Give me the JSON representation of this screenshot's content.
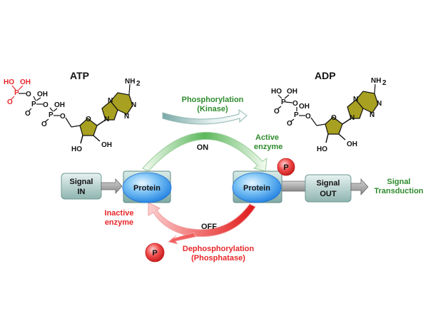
{
  "molecules": {
    "atp": {
      "title": "ATP",
      "terminal_phosphate": {
        "oh1": "HO",
        "oh2": "OH",
        "p": "P",
        "o_double": "O",
        "o_link": "O"
      },
      "middle_phosphate": {
        "oh": "OH",
        "p": "P",
        "o_double": "O",
        "o_link": "O"
      },
      "inner_phosphate": {
        "oh": "OH",
        "p": "P",
        "o_double": "O",
        "o_link": "O"
      },
      "ribose": {
        "o": "O",
        "oh_left": "HO",
        "oh_right": "OH"
      },
      "base": {
        "nh2": "NH",
        "nh2_sub": "2",
        "n1": "N",
        "n2": "N",
        "n3": "N",
        "n4": "N"
      }
    },
    "adp": {
      "title": "ADP",
      "terminal_phosphate": {
        "oh1": "HO",
        "oh2": "OH",
        "p": "P",
        "o_double": "O",
        "o_link": "O"
      },
      "inner_phosphate": {
        "oh": "OH",
        "p": "P",
        "o_double": "O",
        "o_link": "O"
      },
      "ribose": {
        "o": "O",
        "oh_left": "HO",
        "oh_right": "OH"
      },
      "base": {
        "nh2": "NH",
        "nh2_sub": "2",
        "n1": "N",
        "n2": "N",
        "n3": "N",
        "n4": "N"
      }
    }
  },
  "process": {
    "phosphorylation": {
      "line1": "Phosphorylation",
      "line2": "(Kinase)"
    },
    "on_label": "ON",
    "off_label": "OFF",
    "active": {
      "line1": "Active",
      "line2": "enzyme"
    },
    "inactive": {
      "line1": "Inactive",
      "line2": "enzyme"
    },
    "dephosphorylation": {
      "line1": "Dephosphorylation",
      "line2": "(Phosphatase)"
    }
  },
  "signal_in": {
    "line1": "Signal",
    "line2": "IN"
  },
  "signal_out": {
    "line1": "Signal",
    "line2": "OUT"
  },
  "protein_left": "Protein",
  "protein_right": "Protein",
  "phosphate_badge": "P",
  "released_phosphate": "P",
  "signal_transduction": {
    "line1": "Signal",
    "line2": "Transduction"
  },
  "colors": {
    "green_text": "#2e8b2e",
    "red_text": "#e8262a",
    "base_fill": "#a8a020",
    "protein_blue": "#2f8fe8",
    "box_teal": "#8fb8b4"
  }
}
